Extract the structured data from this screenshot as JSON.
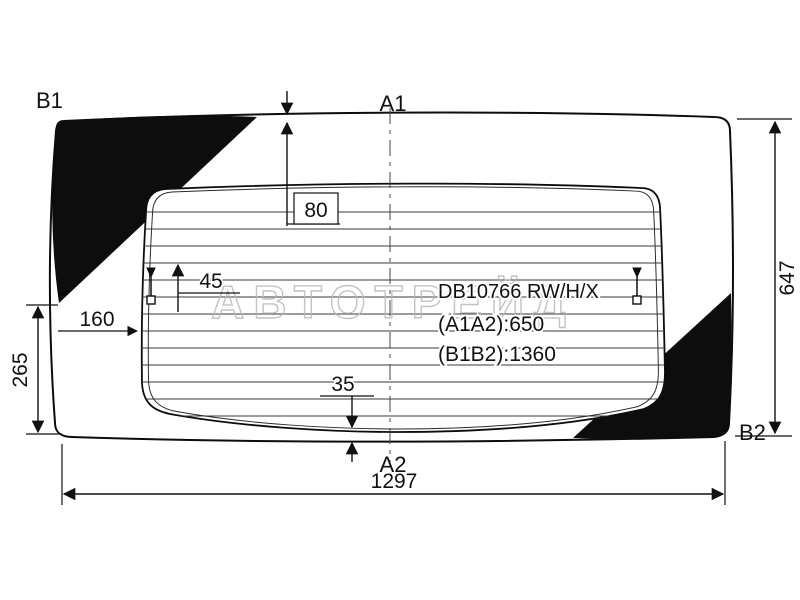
{
  "labels": {
    "b1": "B1",
    "a1": "A1",
    "a2": "A2",
    "b2": "B2"
  },
  "dimensions": {
    "top_to_glass": "80",
    "clip_spacing": "45",
    "side_to_glass": "160",
    "lower_left_height": "265",
    "bottom_to_glass": "35",
    "overall_height": "647",
    "overall_width": "1297"
  },
  "part_info": {
    "code": "DB10766 RW/H/X",
    "a1a2": "(A1A2):650",
    "b1b2": "(B1B2):1360"
  },
  "watermark": "АВТОТРЕЙД",
  "colors": {
    "background": "#ffffff",
    "outline": "#0d0d0d",
    "defroster_line": "#3a3a3a",
    "corner_shade": "#0d0d0d",
    "watermark": "#b9b9b9"
  }
}
